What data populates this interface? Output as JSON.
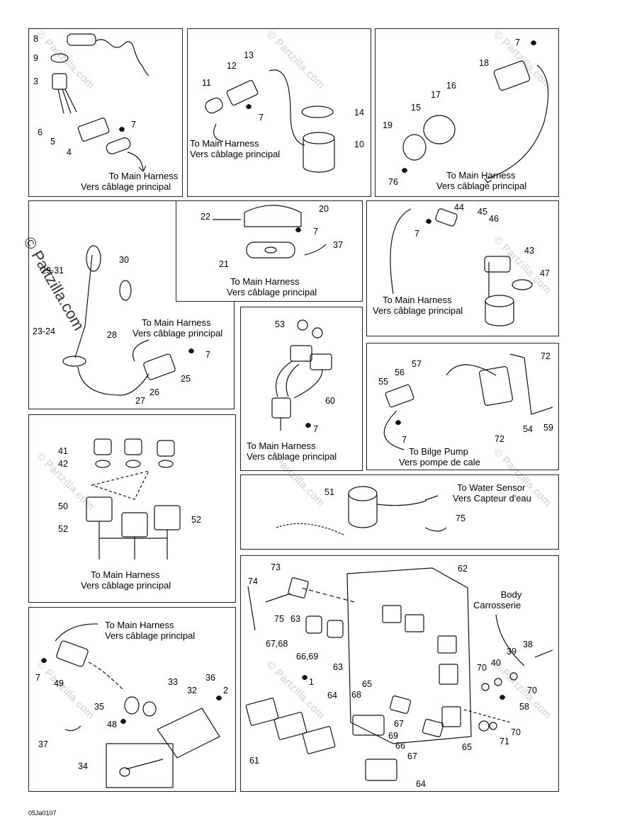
{
  "diagram_code": "05Ja0107",
  "watermark": "© Partzilla.com",
  "captions": {
    "main_harness_en": "To Main Harness",
    "main_harness_fr": "Vers câblage principal",
    "bilge_pump_en": "To Bilge Pump",
    "bilge_pump_fr": "Vers pompe de cale",
    "water_sensor_en": "To Water Sensor",
    "water_sensor_fr": "Vers Capteur d'eau",
    "body_en": "Body",
    "body_fr": "Carrosserie"
  },
  "labels": {
    "p1": [
      "8",
      "9",
      "3",
      "6",
      "5",
      "4",
      "7"
    ],
    "p2": [
      "13",
      "12",
      "11",
      "7",
      "14",
      "10"
    ],
    "p3": [
      "7",
      "18",
      "16",
      "17",
      "15",
      "19",
      "76"
    ],
    "p4": [
      "29-31",
      "30",
      "28",
      "23-24",
      "7",
      "25",
      "26",
      "27"
    ],
    "p5": [
      "22",
      "20",
      "7",
      "21",
      "37"
    ],
    "p6": [
      "44",
      "45",
      "46",
      "7",
      "43",
      "47"
    ],
    "p7": [
      "53",
      "60",
      "7"
    ],
    "p8": [
      "57",
      "56",
      "55",
      "72",
      "7",
      "72",
      "54",
      "59"
    ],
    "p9": [
      "41",
      "42",
      "50",
      "52",
      "52"
    ],
    "p10": [
      "51",
      "75"
    ],
    "p11": [
      "7",
      "49",
      "33",
      "32",
      "36",
      "2",
      "35",
      "48",
      "37",
      "34"
    ],
    "p12": [
      "73",
      "62",
      "74",
      "75",
      "63",
      "67,68",
      "66,69",
      "63",
      "1",
      "64",
      "65",
      "68",
      "67",
      "69",
      "66",
      "67",
      "65",
      "61",
      "64",
      "70",
      "40",
      "39",
      "38",
      "70",
      "58",
      "70",
      "71"
    ]
  }
}
